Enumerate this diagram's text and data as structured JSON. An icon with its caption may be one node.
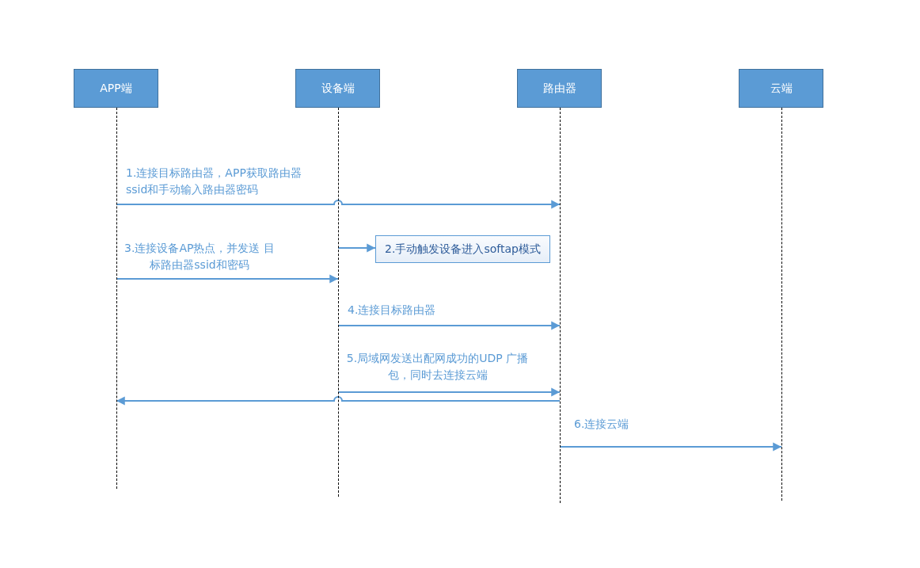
{
  "diagram": {
    "nodes": [
      {
        "text": [
          "APP端"
        ]
      },
      {
        "text": [
          "设备端"
        ]
      },
      {
        "text": [
          "路由器"
        ]
      },
      {
        "text": [
          "云端"
        ]
      },
      {
        "text": [],
        "shape": "line"
      },
      {
        "text": [],
        "shape": "line"
      },
      {
        "text": [],
        "shape": "line"
      },
      {
        "text": [],
        "shape": "line"
      },
      {
        "text": [
          "2.手动触发设备进入softap模式"
        ]
      }
    ],
    "edges": [
      {
        "from": 4,
        "to": 6,
        "arrow": "to",
        "label": "1.连接目标路由器，APP获取路由器ssid和手动输入路由器密码"
      },
      {
        "from": 5,
        "to": 8,
        "arrow": "to"
      },
      {
        "from": 4,
        "to": 5,
        "arrow": "to",
        "label": "3.连接设备AP热点，并发送 目标路由器ssid和密码"
      },
      {
        "from": 5,
        "to": 6,
        "arrow": "to",
        "label": "4.连接目标路由器"
      },
      {
        "from": 5,
        "to": 6,
        "arrow": "to",
        "label": "5.局域网发送出配网成功的UDP 广播包，同时去连接云端"
      },
      {
        "from": 6,
        "to": 4,
        "arrow": "to"
      },
      {
        "from": 6,
        "to": 7,
        "arrow": "to",
        "label": "6.连接云端"
      }
    ]
  }
}
